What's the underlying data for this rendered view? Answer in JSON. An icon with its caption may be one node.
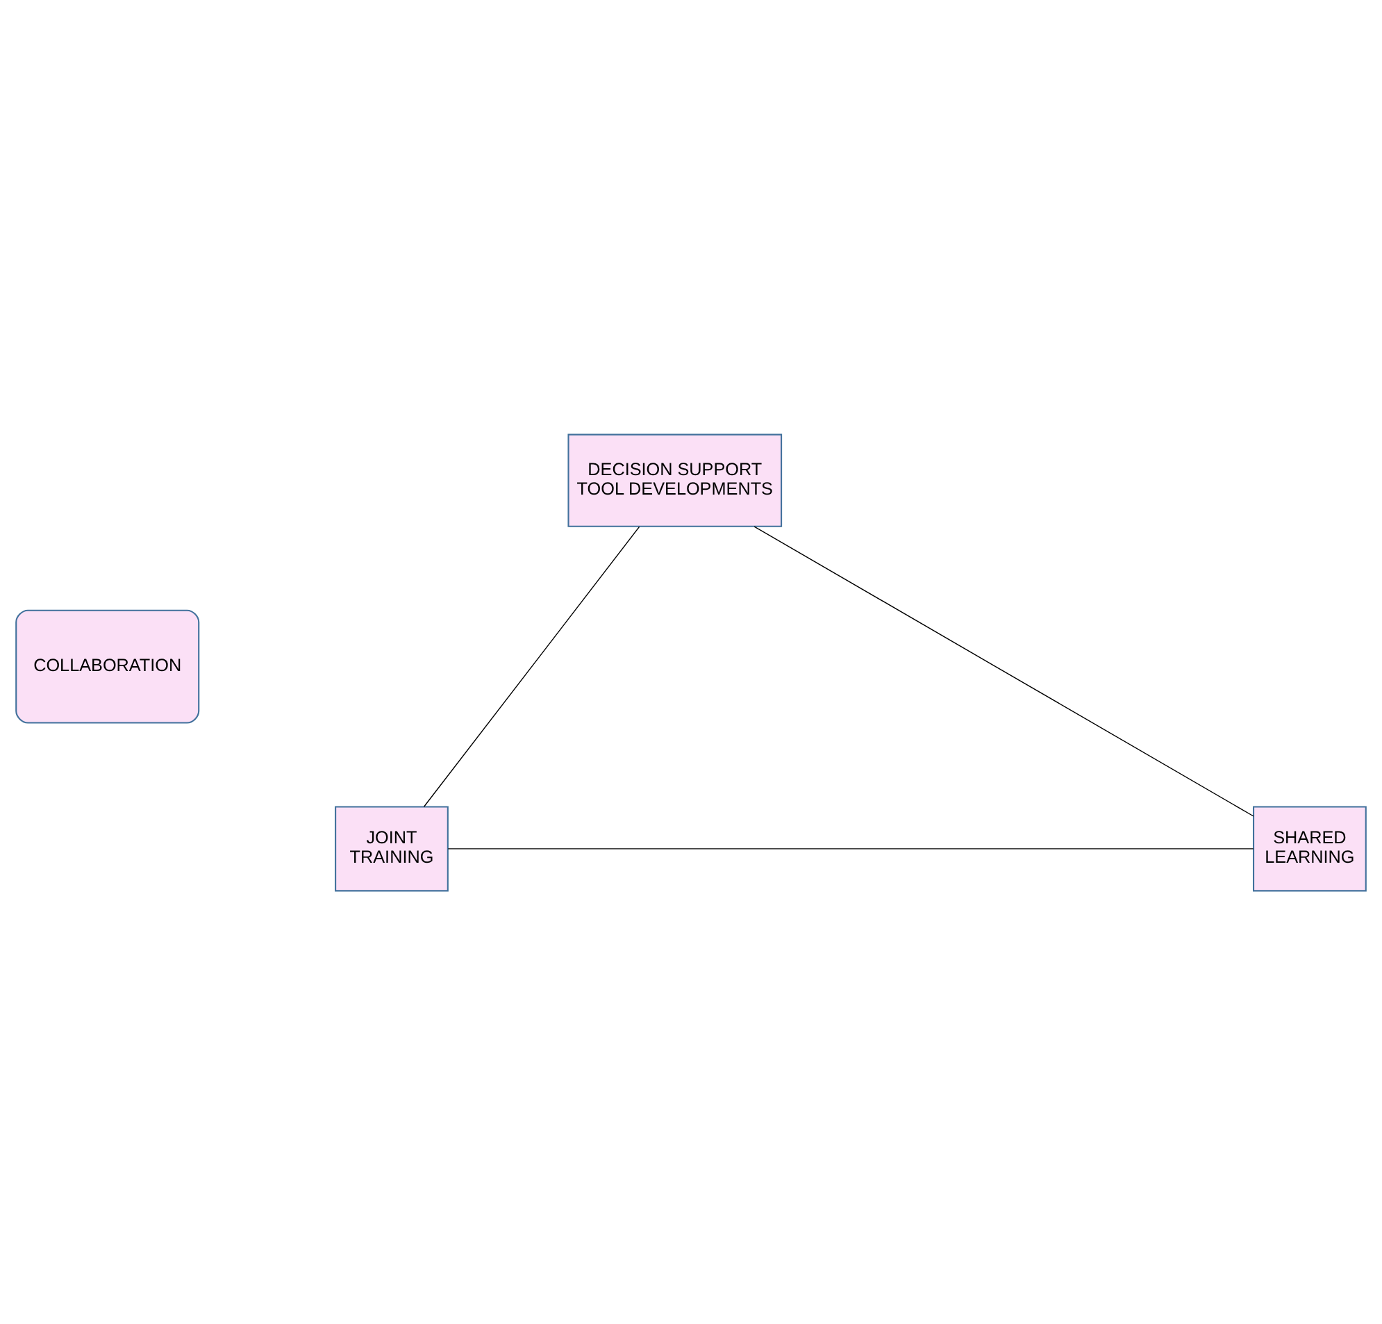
{
  "diagram": {
    "nodes": [
      {
        "text": [
          "DECISION SUPPORT TOOL DEVELOPMENTS"
        ]
      },
      {
        "text": [
          "COLLABORATION"
        ]
      },
      {
        "text": [
          "JOINT TRAINING"
        ]
      },
      {
        "text": [
          "SHARED LEARNING"
        ]
      }
    ],
    "edges": [
      {
        "from": 0,
        "to": 2,
        "arrow": "none"
      },
      {
        "from": 0,
        "to": 3,
        "arrow": "none"
      },
      {
        "from": 2,
        "to": 3,
        "arrow": "none"
      }
    ]
  }
}
